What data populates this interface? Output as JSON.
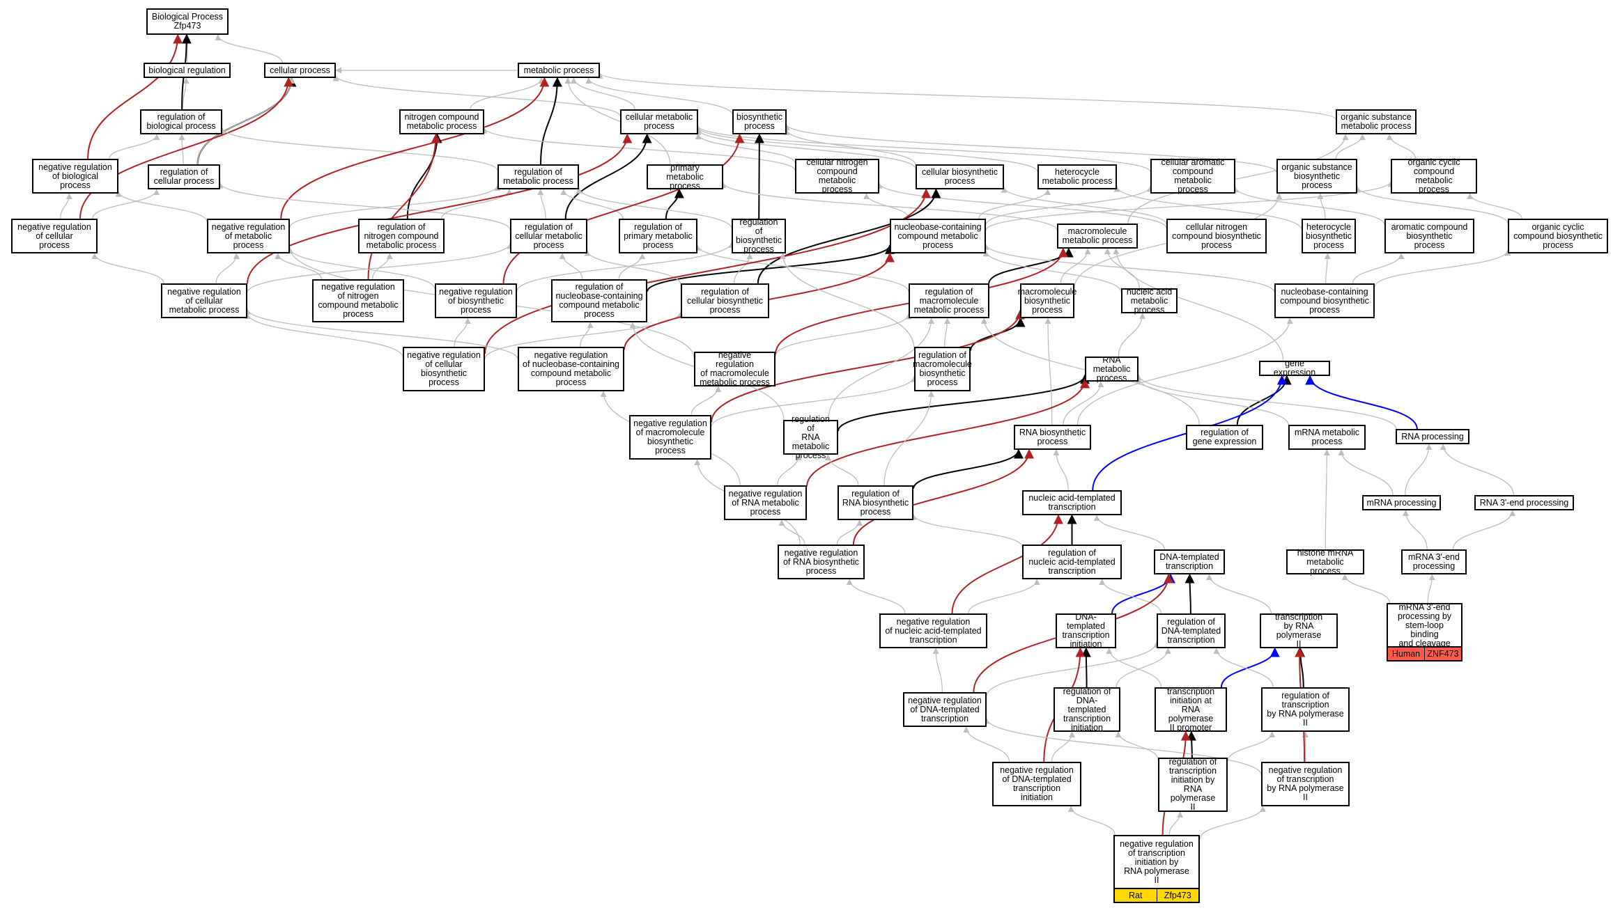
{
  "colors": {
    "is_a": "#bdbdbd",
    "regulates": "#000000",
    "negatively_regulates": "#b22222",
    "part_of": "#0000ff",
    "tag_rat": "#ffd700",
    "tag_human": "#ff5a4a"
  },
  "nodes": [
    {
      "id": "bp",
      "label": "Biological Process\nZfp473"
    },
    {
      "id": "br",
      "label": "biological regulation"
    },
    {
      "id": "cp",
      "label": "cellular process"
    },
    {
      "id": "mp",
      "label": "metabolic process"
    },
    {
      "id": "rbp",
      "label": "regulation of\nbiological process"
    },
    {
      "id": "ncmp",
      "label": "nitrogen compound\nmetabolic process"
    },
    {
      "id": "cmp",
      "label": "cellular metabolic\nprocess"
    },
    {
      "id": "bsp",
      "label": "biosynthetic\nprocess"
    },
    {
      "id": "osmp",
      "label": "organic substance\nmetabolic process"
    },
    {
      "id": "nrbp",
      "label": "negative regulation\nof biological\nprocess"
    },
    {
      "id": "rcp",
      "label": "regulation of\ncellular process"
    },
    {
      "id": "rmp",
      "label": "regulation of\nmetabolic process"
    },
    {
      "id": "pmp",
      "label": "primary metabolic\nprocess"
    },
    {
      "id": "cncmp",
      "label": "cellular nitrogen\ncompound metabolic\nprocess"
    },
    {
      "id": "cbsp",
      "label": "cellular biosynthetic\nprocess"
    },
    {
      "id": "hmp",
      "label": "heterocycle\nmetabolic process"
    },
    {
      "id": "camp",
      "label": "cellular aromatic\ncompound metabolic\nprocess"
    },
    {
      "id": "osbp",
      "label": "organic substance\nbiosynthetic\nprocess"
    },
    {
      "id": "occmp",
      "label": "organic cyclic\ncompound metabolic\nprocess"
    },
    {
      "id": "nrcp",
      "label": "negative regulation\nof cellular\nprocess"
    },
    {
      "id": "nrmp",
      "label": "negative regulation\nof metabolic\nprocess"
    },
    {
      "id": "rncmp",
      "label": "regulation of\nnitrogen compound\nmetabolic process"
    },
    {
      "id": "rcmp",
      "label": "regulation of\ncellular metabolic\nprocess"
    },
    {
      "id": "rpmp",
      "label": "regulation of\nprimary metabolic\nprocess"
    },
    {
      "id": "rbsp",
      "label": "regulation of\nbiosynthetic\nprocess"
    },
    {
      "id": "nbcmp",
      "label": "nucleobase-containing\ncompound metabolic\nprocess"
    },
    {
      "id": "mmp",
      "label": "macromolecule\nmetabolic process"
    },
    {
      "id": "cncbp",
      "label": "cellular nitrogen\ncompound biosynthetic\nprocess"
    },
    {
      "id": "hbp",
      "label": "heterocycle\nbiosynthetic\nprocess"
    },
    {
      "id": "acbp",
      "label": "aromatic compound\nbiosynthetic\nprocess"
    },
    {
      "id": "occbp",
      "label": "organic cyclic\ncompound biosynthetic\nprocess"
    },
    {
      "id": "nrcmp",
      "label": "negative regulation\nof cellular\nmetabolic process"
    },
    {
      "id": "nrncmp",
      "label": "negative regulation\nof nitrogen\ncompound metabolic\nprocess"
    },
    {
      "id": "nrbsp",
      "label": "negative regulation\nof biosynthetic\nprocess"
    },
    {
      "id": "rnbcmp",
      "label": "regulation of\nnucleobase-containing\ncompound metabolic\nprocess"
    },
    {
      "id": "rcbsp",
      "label": "regulation of\ncellular biosynthetic\nprocess"
    },
    {
      "id": "rmmp",
      "label": "regulation of\nmacromolecule\nmetabolic process"
    },
    {
      "id": "mbsp",
      "label": "macromolecule\nbiosynthetic\nprocess"
    },
    {
      "id": "namp",
      "label": "nucleic acid\nmetabolic process"
    },
    {
      "id": "nbcbp",
      "label": "nucleobase-containing\ncompound biosynthetic\nprocess"
    },
    {
      "id": "nrcbsp",
      "label": "negative regulation\nof cellular\nbiosynthetic\nprocess"
    },
    {
      "id": "nrnbcmp",
      "label": "negative regulation\nof nucleobase-containing\ncompound metabolic\nprocess"
    },
    {
      "id": "nrmmp",
      "label": "negative regulation\nof macromolecule\nmetabolic process"
    },
    {
      "id": "rmbsp",
      "label": "regulation of\nmacromolecule\nbiosynthetic\nprocess"
    },
    {
      "id": "rnamp",
      "label": "RNA metabolic\nprocess"
    },
    {
      "id": "ge",
      "label": "gene expression"
    },
    {
      "id": "nrmbsp",
      "label": "negative regulation\nof macromolecule\nbiosynthetic\nprocess"
    },
    {
      "id": "rrnamp",
      "label": "regulation of\nRNA metabolic\nprocess"
    },
    {
      "id": "rnabsp",
      "label": "RNA biosynthetic\nprocess"
    },
    {
      "id": "rge",
      "label": "regulation of\ngene expression"
    },
    {
      "id": "mrnamp",
      "label": "mRNA metabolic\nprocess"
    },
    {
      "id": "rnap",
      "label": "RNA processing"
    },
    {
      "id": "nrrnamp",
      "label": "negative regulation\nof RNA metabolic\nprocess"
    },
    {
      "id": "rrnabsp",
      "label": "regulation of\nRNA biosynthetic\nprocess"
    },
    {
      "id": "natt",
      "label": "nucleic acid-templated\ntranscription"
    },
    {
      "id": "mrnap",
      "label": "mRNA processing"
    },
    {
      "id": "r3ep",
      "label": "RNA 3'-end processing"
    },
    {
      "id": "nrrnabsp",
      "label": "negative regulation\nof RNA biosynthetic\nprocess"
    },
    {
      "id": "rnatt",
      "label": "regulation of\nnucleic acid-templated\ntranscription"
    },
    {
      "id": "dtt",
      "label": "DNA-templated\ntranscription"
    },
    {
      "id": "hmrnamp",
      "label": "histone mRNA\nmetabolic process"
    },
    {
      "id": "m3ep",
      "label": "mRNA 3'-end\nprocessing"
    },
    {
      "id": "nrnatt",
      "label": "negative regulation\nof nucleic acid-templated\ntranscription"
    },
    {
      "id": "dtti",
      "label": "DNA-templated\ntranscription\ninitiation"
    },
    {
      "id": "rdtt",
      "label": "regulation of\nDNA-templated\ntranscription"
    },
    {
      "id": "trp2",
      "label": "transcription\nby RNA polymerase\nII"
    },
    {
      "id": "m3sl",
      "label": "mRNA 3'-end\nprocessing by\nstem-loop binding\nand cleavage"
    },
    {
      "id": "nrdtt",
      "label": "negative regulation\nof DNA-templated\ntranscription"
    },
    {
      "id": "rdtti",
      "label": "regulation of\nDNA-templated\ntranscription\ninitiation"
    },
    {
      "id": "tip2",
      "label": "transcription\ninitiation at\nRNA polymerase\nII promoter"
    },
    {
      "id": "rtrp2",
      "label": "regulation of\ntranscription\nby RNA polymerase\nII"
    },
    {
      "id": "nrdtti",
      "label": "negative regulation\nof DNA-templated\ntranscription\ninitiation"
    },
    {
      "id": "rtip2",
      "label": "regulation of\ntranscription\ninitiation by\nRNA polymerase\nII"
    },
    {
      "id": "nrtrp2",
      "label": "negative regulation\nof transcription\nby RNA polymerase\nII"
    },
    {
      "id": "nrtip2",
      "label": "negative regulation\nof transcription\ninitiation by\nRNA polymerase\nII"
    }
  ],
  "tags": [
    {
      "node": "nrtip2",
      "species": "Rat",
      "gene": "Zfp473",
      "color": "#ffd700"
    },
    {
      "node": "m3sl",
      "species": "Human",
      "gene": "ZNF473",
      "color": "#ff5a4a"
    }
  ],
  "edges": [
    [
      "br",
      "bp",
      "is_a"
    ],
    [
      "cp",
      "bp",
      "is_a"
    ],
    [
      "rbp",
      "br",
      "is_a"
    ],
    [
      "rbp",
      "bp",
      "regulates"
    ],
    [
      "nrbp",
      "rbp",
      "is_a"
    ],
    [
      "nrbp",
      "bp",
      "negatively_regulates"
    ],
    [
      "rcp",
      "rbp",
      "is_a"
    ],
    [
      "rcp",
      "cp",
      "regulates"
    ],
    [
      "rcp",
      "cp",
      "is_a"
    ],
    [
      "nrcp",
      "rcp",
      "is_a"
    ],
    [
      "nrcp",
      "nrbp",
      "is_a"
    ],
    [
      "nrcp",
      "cp",
      "negatively_regulates"
    ],
    [
      "mp",
      "cp",
      "is_a"
    ],
    [
      "ncmp",
      "mp",
      "is_a"
    ],
    [
      "cmp",
      "mp",
      "is_a"
    ],
    [
      "cmp",
      "cp",
      "is_a"
    ],
    [
      "bsp",
      "mp",
      "is_a"
    ],
    [
      "osmp",
      "mp",
      "is_a"
    ],
    [
      "pmp",
      "mp",
      "is_a"
    ],
    [
      "rmp",
      "rbp",
      "is_a"
    ],
    [
      "rmp",
      "mp",
      "regulates"
    ],
    [
      "nrmp",
      "rmp",
      "is_a"
    ],
    [
      "nrmp",
      "nrbp",
      "is_a"
    ],
    [
      "nrmp",
      "mp",
      "negatively_regulates"
    ],
    [
      "cncmp",
      "cmp",
      "is_a"
    ],
    [
      "cncmp",
      "ncmp",
      "is_a"
    ],
    [
      "cbsp",
      "bsp",
      "is_a"
    ],
    [
      "cbsp",
      "cmp",
      "is_a"
    ],
    [
      "hmp",
      "cmp",
      "is_a"
    ],
    [
      "camp",
      "cmp",
      "is_a"
    ],
    [
      "osbp",
      "osmp",
      "is_a"
    ],
    [
      "osbp",
      "bsp",
      "is_a"
    ],
    [
      "occmp",
      "osmp",
      "is_a"
    ],
    [
      "rncmp",
      "rmp",
      "is_a"
    ],
    [
      "rncmp",
      "ncmp",
      "regulates"
    ],
    [
      "rcmp",
      "rmp",
      "is_a"
    ],
    [
      "rcmp",
      "rcp",
      "is_a"
    ],
    [
      "rcmp",
      "cmp",
      "regulates"
    ],
    [
      "rpmp",
      "rmp",
      "is_a"
    ],
    [
      "rpmp",
      "pmp",
      "regulates"
    ],
    [
      "rbsp",
      "rmp",
      "is_a"
    ],
    [
      "rbsp",
      "bsp",
      "regulates"
    ],
    [
      "nbcmp",
      "cncmp",
      "is_a"
    ],
    [
      "nbcmp",
      "hmp",
      "is_a"
    ],
    [
      "nbcmp",
      "camp",
      "is_a"
    ],
    [
      "nbcmp",
      "occmp",
      "is_a"
    ],
    [
      "mmp",
      "pmp",
      "is_a"
    ],
    [
      "mmp",
      "osmp",
      "is_a"
    ],
    [
      "cncbp",
      "cncmp",
      "is_a"
    ],
    [
      "cncbp",
      "cbsp",
      "is_a"
    ],
    [
      "hbp",
      "hmp",
      "is_a"
    ],
    [
      "hbp",
      "osbp",
      "is_a"
    ],
    [
      "acbp",
      "camp",
      "is_a"
    ],
    [
      "occbp",
      "occmp",
      "is_a"
    ],
    [
      "occbp",
      "osbp",
      "is_a"
    ],
    [
      "nrcmp",
      "nrmp",
      "is_a"
    ],
    [
      "nrcmp",
      "rcmp",
      "is_a"
    ],
    [
      "nrcmp",
      "nrcp",
      "is_a"
    ],
    [
      "nrcmp",
      "cmp",
      "negatively_regulates"
    ],
    [
      "nrncmp",
      "nrmp",
      "is_a"
    ],
    [
      "nrncmp",
      "rncmp",
      "is_a"
    ],
    [
      "nrncmp",
      "ncmp",
      "negatively_regulates"
    ],
    [
      "nrbsp",
      "nrmp",
      "is_a"
    ],
    [
      "nrbsp",
      "rbsp",
      "is_a"
    ],
    [
      "nrbsp",
      "bsp",
      "negatively_regulates"
    ],
    [
      "rnbcmp",
      "rcmp",
      "is_a"
    ],
    [
      "rnbcmp",
      "rpmp",
      "is_a"
    ],
    [
      "rnbcmp",
      "nbcmp",
      "regulates"
    ],
    [
      "rcbsp",
      "rcmp",
      "is_a"
    ],
    [
      "rcbsp",
      "rbsp",
      "is_a"
    ],
    [
      "rcbsp",
      "cbsp",
      "regulates"
    ],
    [
      "rmmp",
      "rpmp",
      "is_a"
    ],
    [
      "rmmp",
      "mmp",
      "regulates"
    ],
    [
      "mbsp",
      "mmp",
      "is_a"
    ],
    [
      "mbsp",
      "osbp",
      "is_a"
    ],
    [
      "namp",
      "mmp",
      "is_a"
    ],
    [
      "namp",
      "nbcmp",
      "is_a"
    ],
    [
      "nbcbp",
      "nbcmp",
      "is_a"
    ],
    [
      "nbcbp",
      "hbp",
      "is_a"
    ],
    [
      "nbcbp",
      "acbp",
      "is_a"
    ],
    [
      "nbcbp",
      "occbp",
      "is_a"
    ],
    [
      "nrcbsp",
      "nrcmp",
      "is_a"
    ],
    [
      "nrcbsp",
      "nrbsp",
      "is_a"
    ],
    [
      "nrcbsp",
      "rcbsp",
      "is_a"
    ],
    [
      "nrcbsp",
      "cbsp",
      "negatively_regulates"
    ],
    [
      "nrnbcmp",
      "rnbcmp",
      "is_a"
    ],
    [
      "nrnbcmp",
      "nrcmp",
      "is_a"
    ],
    [
      "nrnbcmp",
      "nbcmp",
      "negatively_regulates"
    ],
    [
      "nrmmp",
      "rmmp",
      "is_a"
    ],
    [
      "nrmmp",
      "nrmp",
      "is_a"
    ],
    [
      "nrmmp",
      "mmp",
      "negatively_regulates"
    ],
    [
      "rmbsp",
      "rmmp",
      "is_a"
    ],
    [
      "rmbsp",
      "rbsp",
      "is_a"
    ],
    [
      "rmbsp",
      "mbsp",
      "regulates"
    ],
    [
      "rnamp",
      "namp",
      "is_a"
    ],
    [
      "ge",
      "mmp",
      "is_a"
    ],
    [
      "nrmbsp",
      "nrmmp",
      "is_a"
    ],
    [
      "nrmbsp",
      "rmbsp",
      "is_a"
    ],
    [
      "nrmbsp",
      "mbsp",
      "negatively_regulates"
    ],
    [
      "rrnamp",
      "rnbcmp",
      "is_a"
    ],
    [
      "rrnamp",
      "rmmp",
      "is_a"
    ],
    [
      "rrnamp",
      "rnamp",
      "regulates"
    ],
    [
      "rnabsp",
      "rnamp",
      "is_a"
    ],
    [
      "rnabsp",
      "mbsp",
      "is_a"
    ],
    [
      "rnabsp",
      "nbcbp",
      "is_a"
    ],
    [
      "rge",
      "ge",
      "regulates"
    ],
    [
      "rge",
      "rmmp",
      "is_a"
    ],
    [
      "mrnamp",
      "rnamp",
      "is_a"
    ],
    [
      "rnap",
      "rnamp",
      "is_a"
    ],
    [
      "rnap",
      "ge",
      "part_of"
    ],
    [
      "nrrnamp",
      "rrnamp",
      "is_a"
    ],
    [
      "nrrnamp",
      "nrnbcmp",
      "is_a"
    ],
    [
      "nrrnamp",
      "rnamp",
      "negatively_regulates"
    ],
    [
      "rrnabsp",
      "rrnamp",
      "is_a"
    ],
    [
      "rrnabsp",
      "rmbsp",
      "is_a"
    ],
    [
      "rrnabsp",
      "rnabsp",
      "regulates"
    ],
    [
      "natt",
      "rnabsp",
      "is_a"
    ],
    [
      "natt",
      "ge",
      "part_of"
    ],
    [
      "mrnap",
      "mrnamp",
      "is_a"
    ],
    [
      "mrnap",
      "rnap",
      "is_a"
    ],
    [
      "r3ep",
      "rnap",
      "is_a"
    ],
    [
      "nrrnabsp",
      "rrnabsp",
      "is_a"
    ],
    [
      "nrrnabsp",
      "nrrnamp",
      "is_a"
    ],
    [
      "nrrnabsp",
      "nrmbsp",
      "is_a"
    ],
    [
      "nrrnabsp",
      "rnabsp",
      "negatively_regulates"
    ],
    [
      "rnatt",
      "rrnabsp",
      "is_a"
    ],
    [
      "rnatt",
      "natt",
      "regulates"
    ],
    [
      "dtt",
      "natt",
      "is_a"
    ],
    [
      "hmrnamp",
      "mrnamp",
      "is_a"
    ],
    [
      "m3ep",
      "mrnap",
      "is_a"
    ],
    [
      "m3ep",
      "r3ep",
      "is_a"
    ],
    [
      "nrnatt",
      "rnatt",
      "is_a"
    ],
    [
      "nrnatt",
      "nrrnabsp",
      "is_a"
    ],
    [
      "nrnatt",
      "natt",
      "negatively_regulates"
    ],
    [
      "dtti",
      "dtt",
      "part_of"
    ],
    [
      "rdtt",
      "rnatt",
      "is_a"
    ],
    [
      "rdtt",
      "dtt",
      "regulates"
    ],
    [
      "trp2",
      "dtt",
      "is_a"
    ],
    [
      "m3sl",
      "m3ep",
      "is_a"
    ],
    [
      "m3sl",
      "hmrnamp",
      "is_a"
    ],
    [
      "nrdtt",
      "rdtt",
      "is_a"
    ],
    [
      "nrdtt",
      "nrnatt",
      "is_a"
    ],
    [
      "nrdtt",
      "dtt",
      "negatively_regulates"
    ],
    [
      "rdtti",
      "rdtt",
      "is_a"
    ],
    [
      "rdtti",
      "dtti",
      "regulates"
    ],
    [
      "tip2",
      "trp2",
      "part_of"
    ],
    [
      "tip2",
      "dtti",
      "is_a"
    ],
    [
      "rtrp2",
      "rdtt",
      "is_a"
    ],
    [
      "rtrp2",
      "trp2",
      "regulates"
    ],
    [
      "nrdtti",
      "nrdtt",
      "is_a"
    ],
    [
      "nrdtti",
      "rdtti",
      "is_a"
    ],
    [
      "nrdtti",
      "dtti",
      "negatively_regulates"
    ],
    [
      "rtip2",
      "rtrp2",
      "is_a"
    ],
    [
      "rtip2",
      "rdtti",
      "is_a"
    ],
    [
      "rtip2",
      "tip2",
      "regulates"
    ],
    [
      "nrtrp2",
      "rtrp2",
      "is_a"
    ],
    [
      "nrtrp2",
      "nrdtt",
      "is_a"
    ],
    [
      "nrtrp2",
      "trp2",
      "negatively_regulates"
    ],
    [
      "nrtip2",
      "rtip2",
      "is_a"
    ],
    [
      "nrtip2",
      "nrtrp2",
      "is_a"
    ],
    [
      "nrtip2",
      "nrdtti",
      "is_a"
    ],
    [
      "nrtip2",
      "tip2",
      "negatively_regulates"
    ]
  ]
}
